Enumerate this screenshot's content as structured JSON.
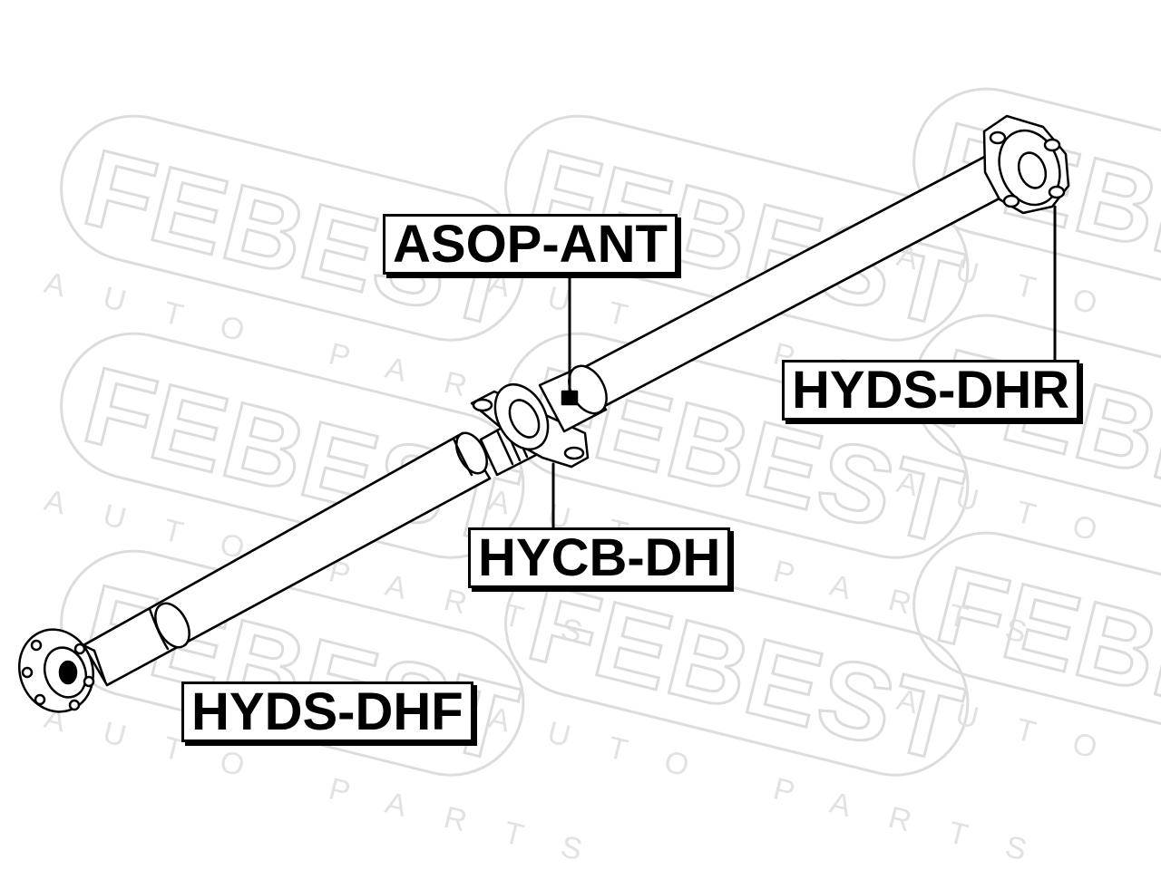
{
  "watermark": {
    "brand": "FEBEST",
    "tagline": "AUTO PARTS"
  },
  "labels": {
    "center_bearing_nut": "ASOP-ANT",
    "rear_flex_disc": "HYDS-DHR",
    "center_bearing": "HYCB-DH",
    "front_flex_disc": "HYDS-DHF"
  },
  "colors": {
    "line": "#000000",
    "watermark": "#dcdcdc",
    "background": "#ffffff"
  }
}
